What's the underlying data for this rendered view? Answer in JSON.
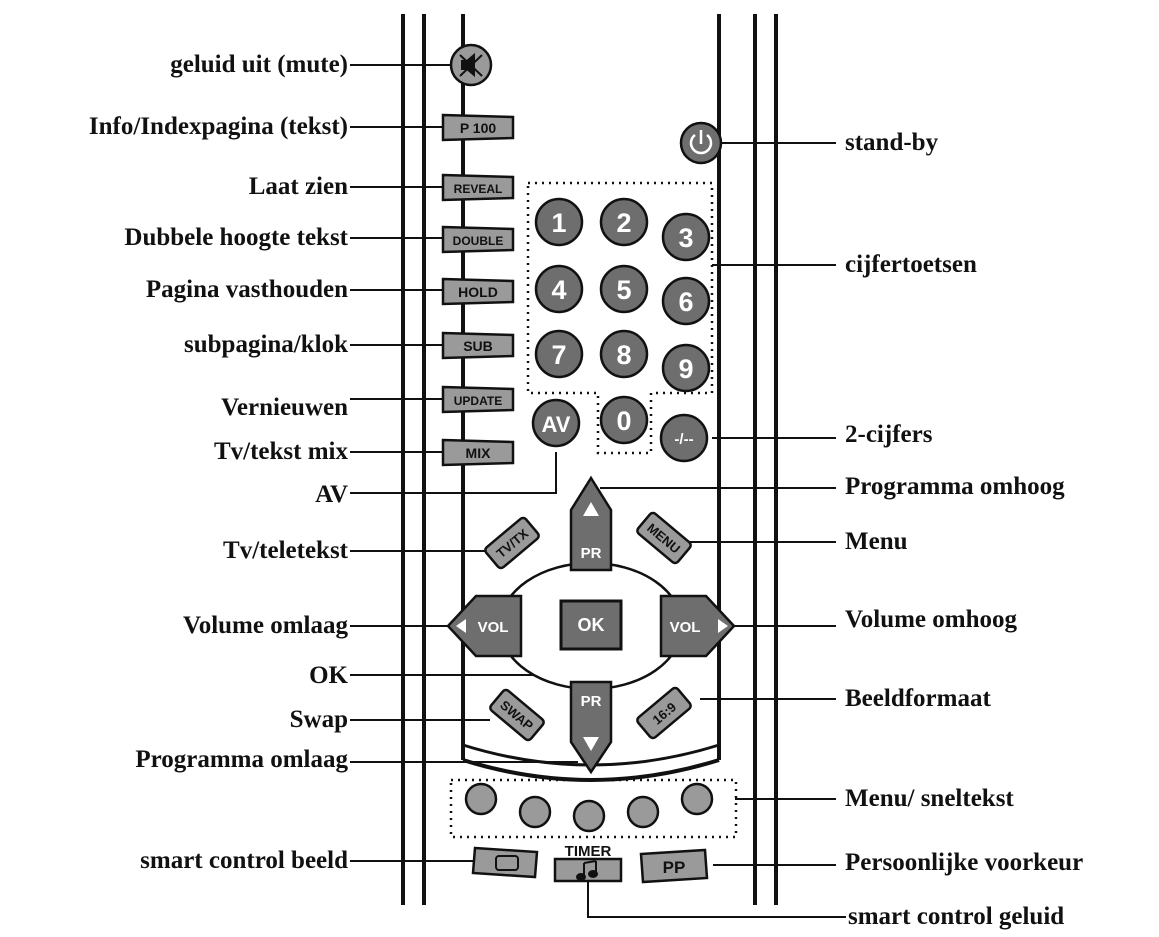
{
  "colors": {
    "button_fill": "#9a9a9a",
    "dark_button": "#6e6e6e",
    "outline": "#111111"
  },
  "buttons": {
    "p100": "P 100",
    "reveal": "REVEAL",
    "double": "DOUBLE",
    "hold": "HOLD",
    "sub": "SUB",
    "update": "UPDATE",
    "mix": "MIX",
    "av": "AV",
    "digits": [
      "1",
      "2",
      "3",
      "4",
      "5",
      "6",
      "7",
      "8",
      "9",
      "0"
    ],
    "two_digit": "-/--",
    "tvtx": "TV/TX",
    "menu": "MENU",
    "pr_up": "PR",
    "pr_down": "PR",
    "vol_left": "VOL",
    "vol_right": "VOL",
    "ok": "OK",
    "swap": "SWAP",
    "aspect": "16:9",
    "timer": "TIMER",
    "pp": "PP"
  },
  "icons": {
    "mute": "speaker-muted-icon",
    "standby": "power-icon",
    "picture": "screen-icon",
    "sound": "music-note-icon",
    "up": "triangle-up-icon",
    "down": "triangle-down-icon"
  },
  "labels_left": [
    "geluid uit (mute)",
    "Info/Indexpagina (tekst)",
    "Laat zien",
    "Dubbele hoogte tekst",
    "Pagina vasthouden",
    "subpagina/klok",
    "Vernieuwen",
    "Tv/tekst mix",
    "AV",
    "Tv/teletekst",
    "Volume omlaag",
    "OK",
    "Swap",
    "Programma omlaag",
    "smart control beeld"
  ],
  "labels_right": [
    "stand-by",
    "cijfertoetsen",
    "2-cijfers",
    "Programma omhoog",
    "Menu",
    "Volume omhoog",
    "Beeldformaat",
    "Menu/ sneltekst",
    "Persoonlijke voorkeur",
    "smart control geluid"
  ]
}
